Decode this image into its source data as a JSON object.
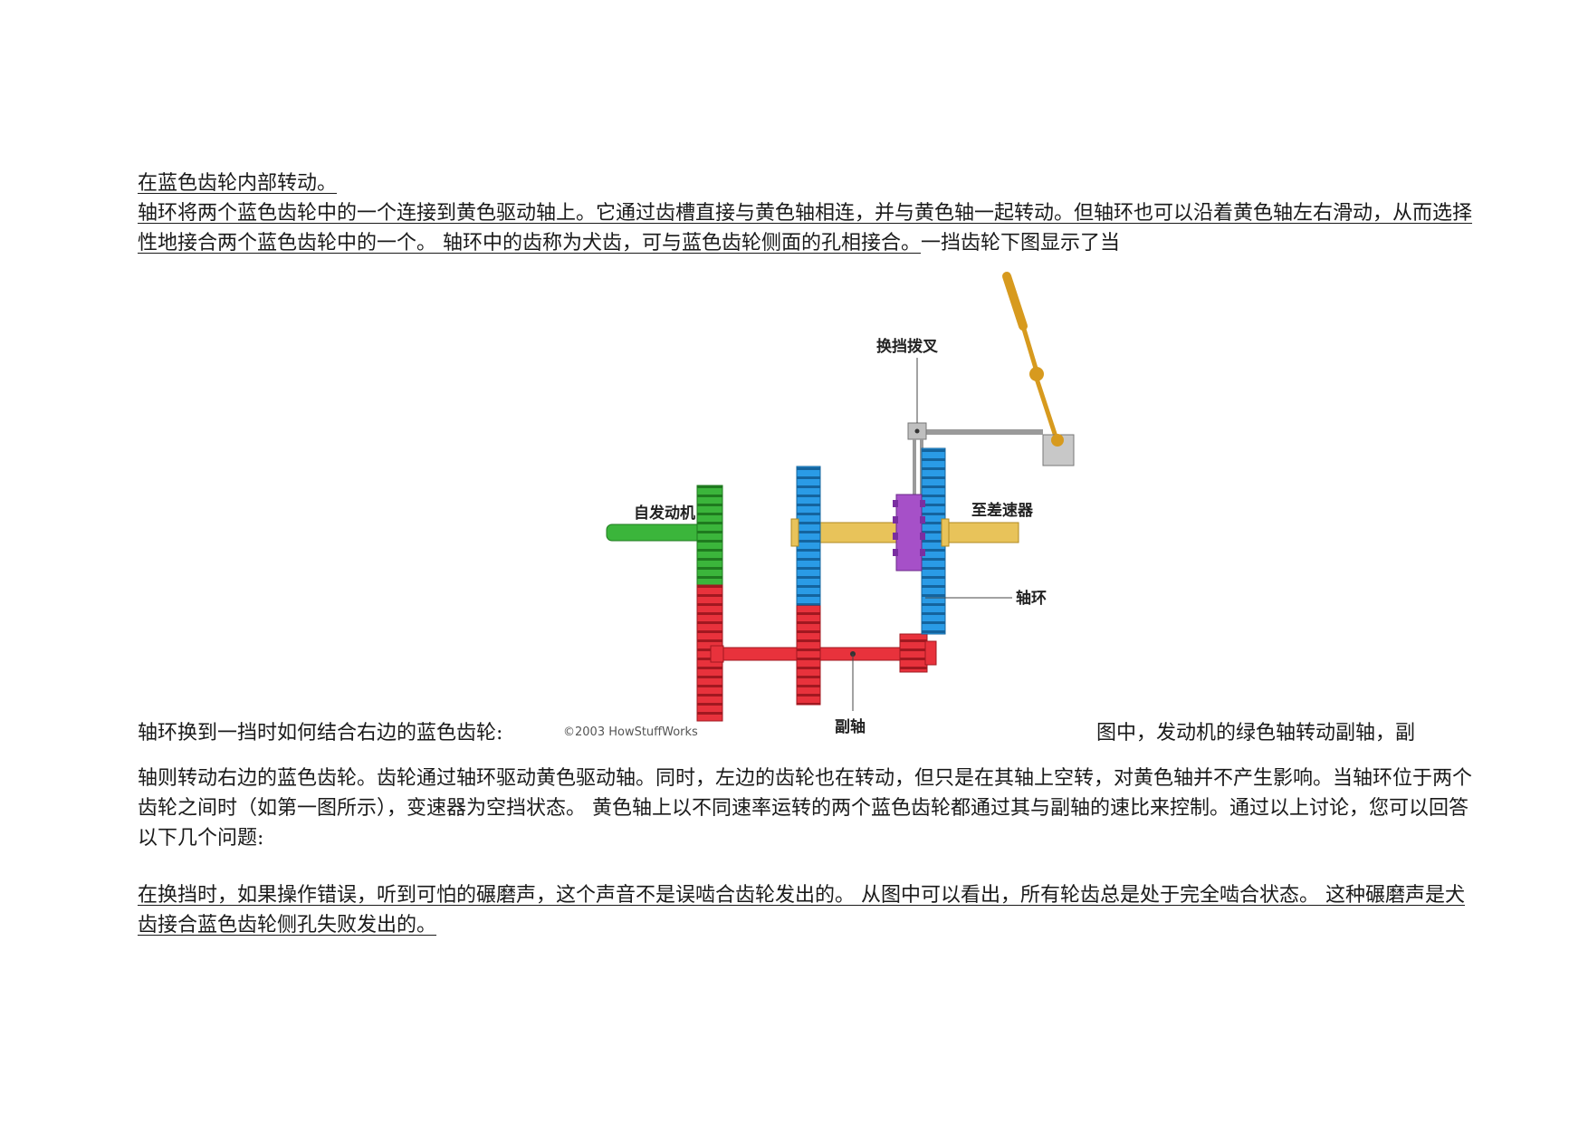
{
  "text": {
    "p1": "在蓝色齿轮内部转动。",
    "p2_ul": "轴环将两个蓝色齿轮中的一个连接到黄色驱动轴上。它通过齿槽直接与黄色轴相连，并与黄色轴一起转动。但轴环也可以沿着黄色轴左右滑动，从而选择性地接合两个蓝色齿轮中的一个。 轴环中的齿称为犬齿，可与蓝色齿轮侧面的孔相接合。",
    "p2_plain": "一挡齿轮下图显示了当",
    "inline_left": "轴环换到一挡时如何结合右边的蓝色齿轮:",
    "inline_right": "图中，发动机的绿色轴转动副轴，副",
    "p4": "轴则转动右边的蓝色齿轮。齿轮通过轴环驱动黄色驱动轴。同时，左边的齿轮也在转动，但只是在其轴上空转，对黄色轴并不产生影响。当轴环位于两个齿轮之间时（如第一图所示），变速器为空挡状态。 黄色轴上以不同速率运转的两个蓝色齿轮都通过其与副轴的速比来控制。通过以上讨论，您可以回答以下几个问题:",
    "p5": "在换挡时，如果操作错误，听到可怕的碾磨声，这个声音不是误啮合齿轮发出的。 从图中可以看出，所有轮齿总是处于完全啮合状态。 这种碾磨声是犬齿接合蓝色齿轮侧孔失败发出的。"
  },
  "figure": {
    "labels": {
      "shift_fork": "换挡拨叉",
      "from_engine": "自发动机",
      "to_differential": "至差速器",
      "collar": "轴环",
      "layshaft": "副轴",
      "copyright": "©2003 HowStuffWorks"
    },
    "colors": {
      "engine_shaft": "#3bb53b",
      "layshaft": "#e8323c",
      "blue_gears": "#2a9be6",
      "output_shaft": "#e8c35a",
      "collar": "#a650c8",
      "lever": "#d79a1e"
    }
  }
}
